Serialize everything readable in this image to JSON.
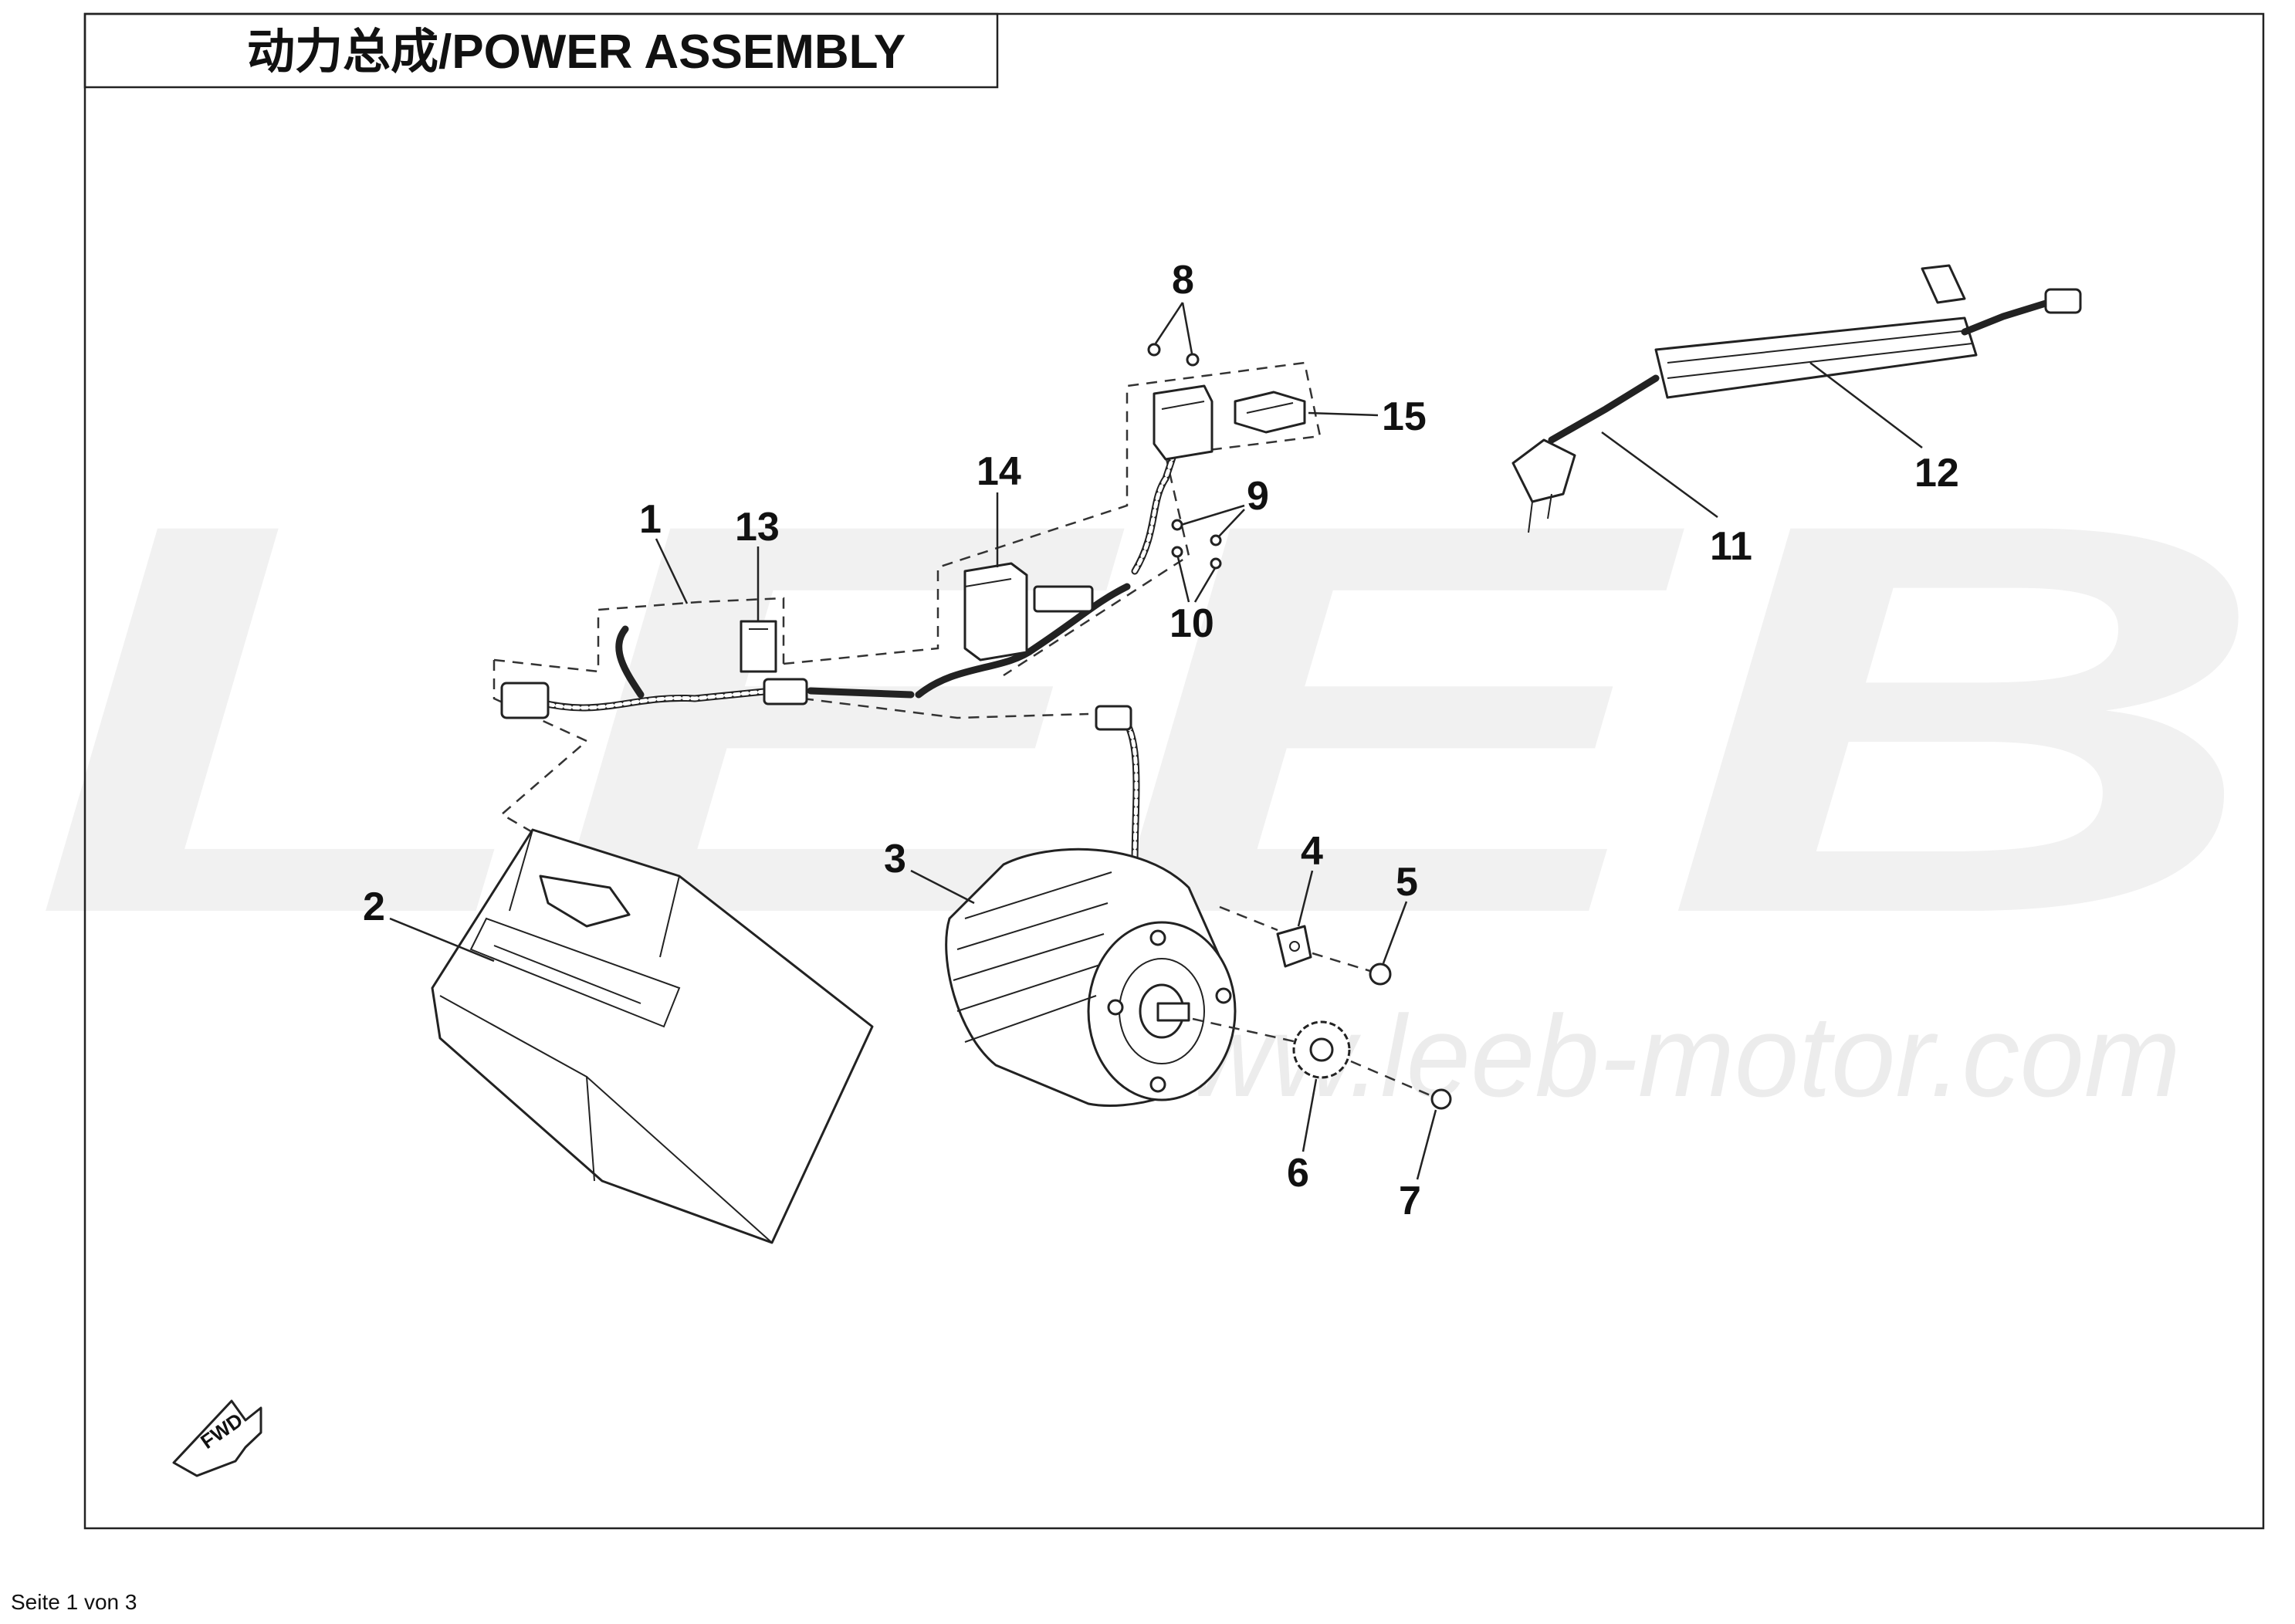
{
  "title": "动力总成/POWER ASSEMBLY",
  "watermark": {
    "letters": "LEEB",
    "url": "www.leeb-motor.com"
  },
  "callouts": [
    "1",
    "2",
    "3",
    "4",
    "5",
    "6",
    "7",
    "8",
    "9",
    "10",
    "11",
    "12",
    "13",
    "14",
    "15"
  ],
  "fwd_marker": "FWD",
  "footer": "Seite 1 von 3"
}
